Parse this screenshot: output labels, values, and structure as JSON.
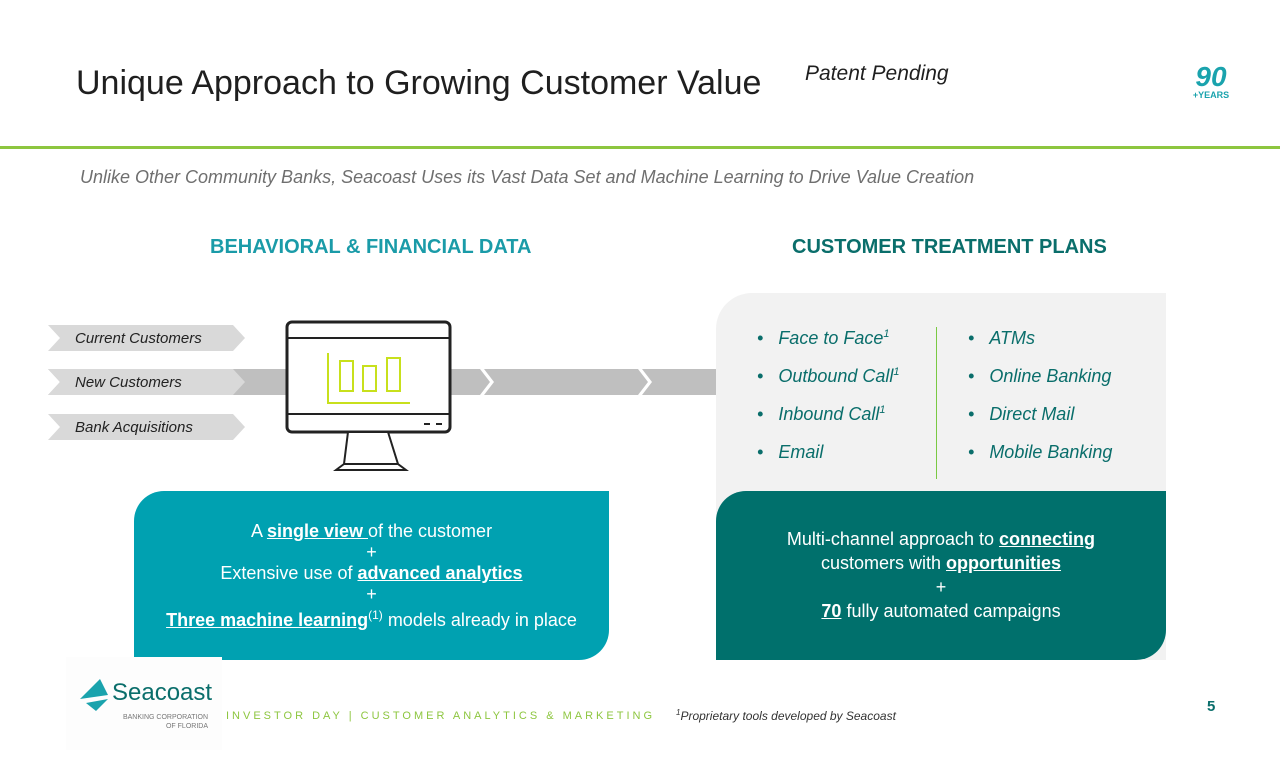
{
  "title": "Unique Approach to Growing Customer Value",
  "patent": "Patent Pending",
  "badge": {
    "number": "90",
    "label": "+YEARS"
  },
  "subtitle": "Unlike Other Community Banks, Seacoast Uses its Vast Data Set and Machine Learning to Drive Value Creation",
  "headings": {
    "left": "BEHAVIORAL & FINANCIAL DATA",
    "right": "CUSTOMER TREATMENT PLANS"
  },
  "inputs": [
    "Current Customers",
    "New Customers",
    "Bank Acquisitions"
  ],
  "channels_left": [
    {
      "label": "Face to Face",
      "sup": "1"
    },
    {
      "label": "Outbound Call",
      "sup": "1"
    },
    {
      "label": "Inbound Call",
      "sup": "1"
    },
    {
      "label": "Email",
      "sup": ""
    }
  ],
  "channels_right": [
    "ATMs",
    "Online Banking",
    "Direct Mail",
    "Mobile Banking"
  ],
  "box1": {
    "a": "A ",
    "b": "single view ",
    "c": "of the customer",
    "plus": "+",
    "d": "Extensive use of ",
    "e": "advanced analytics",
    "f": "Three machine learning",
    "g": "(1)",
    "h": " models already in place"
  },
  "box2": {
    "a": "Multi-channel approach to ",
    "b": "connecting",
    "c": "customers with ",
    "d": "opportunities",
    "plus": "+",
    "e": "70",
    "f": " fully automated campaigns"
  },
  "logo": {
    "name": "Seacoast",
    "sub1": "BANKING CORPORATION",
    "sub2": "OF FLORIDA"
  },
  "footer": "INVESTOR DAY | CUSTOMER ANALYTICS & MARKETING",
  "footnote": {
    "sup": "1",
    "text": "Proprietary tools developed by Seacoast"
  },
  "page": "5"
}
